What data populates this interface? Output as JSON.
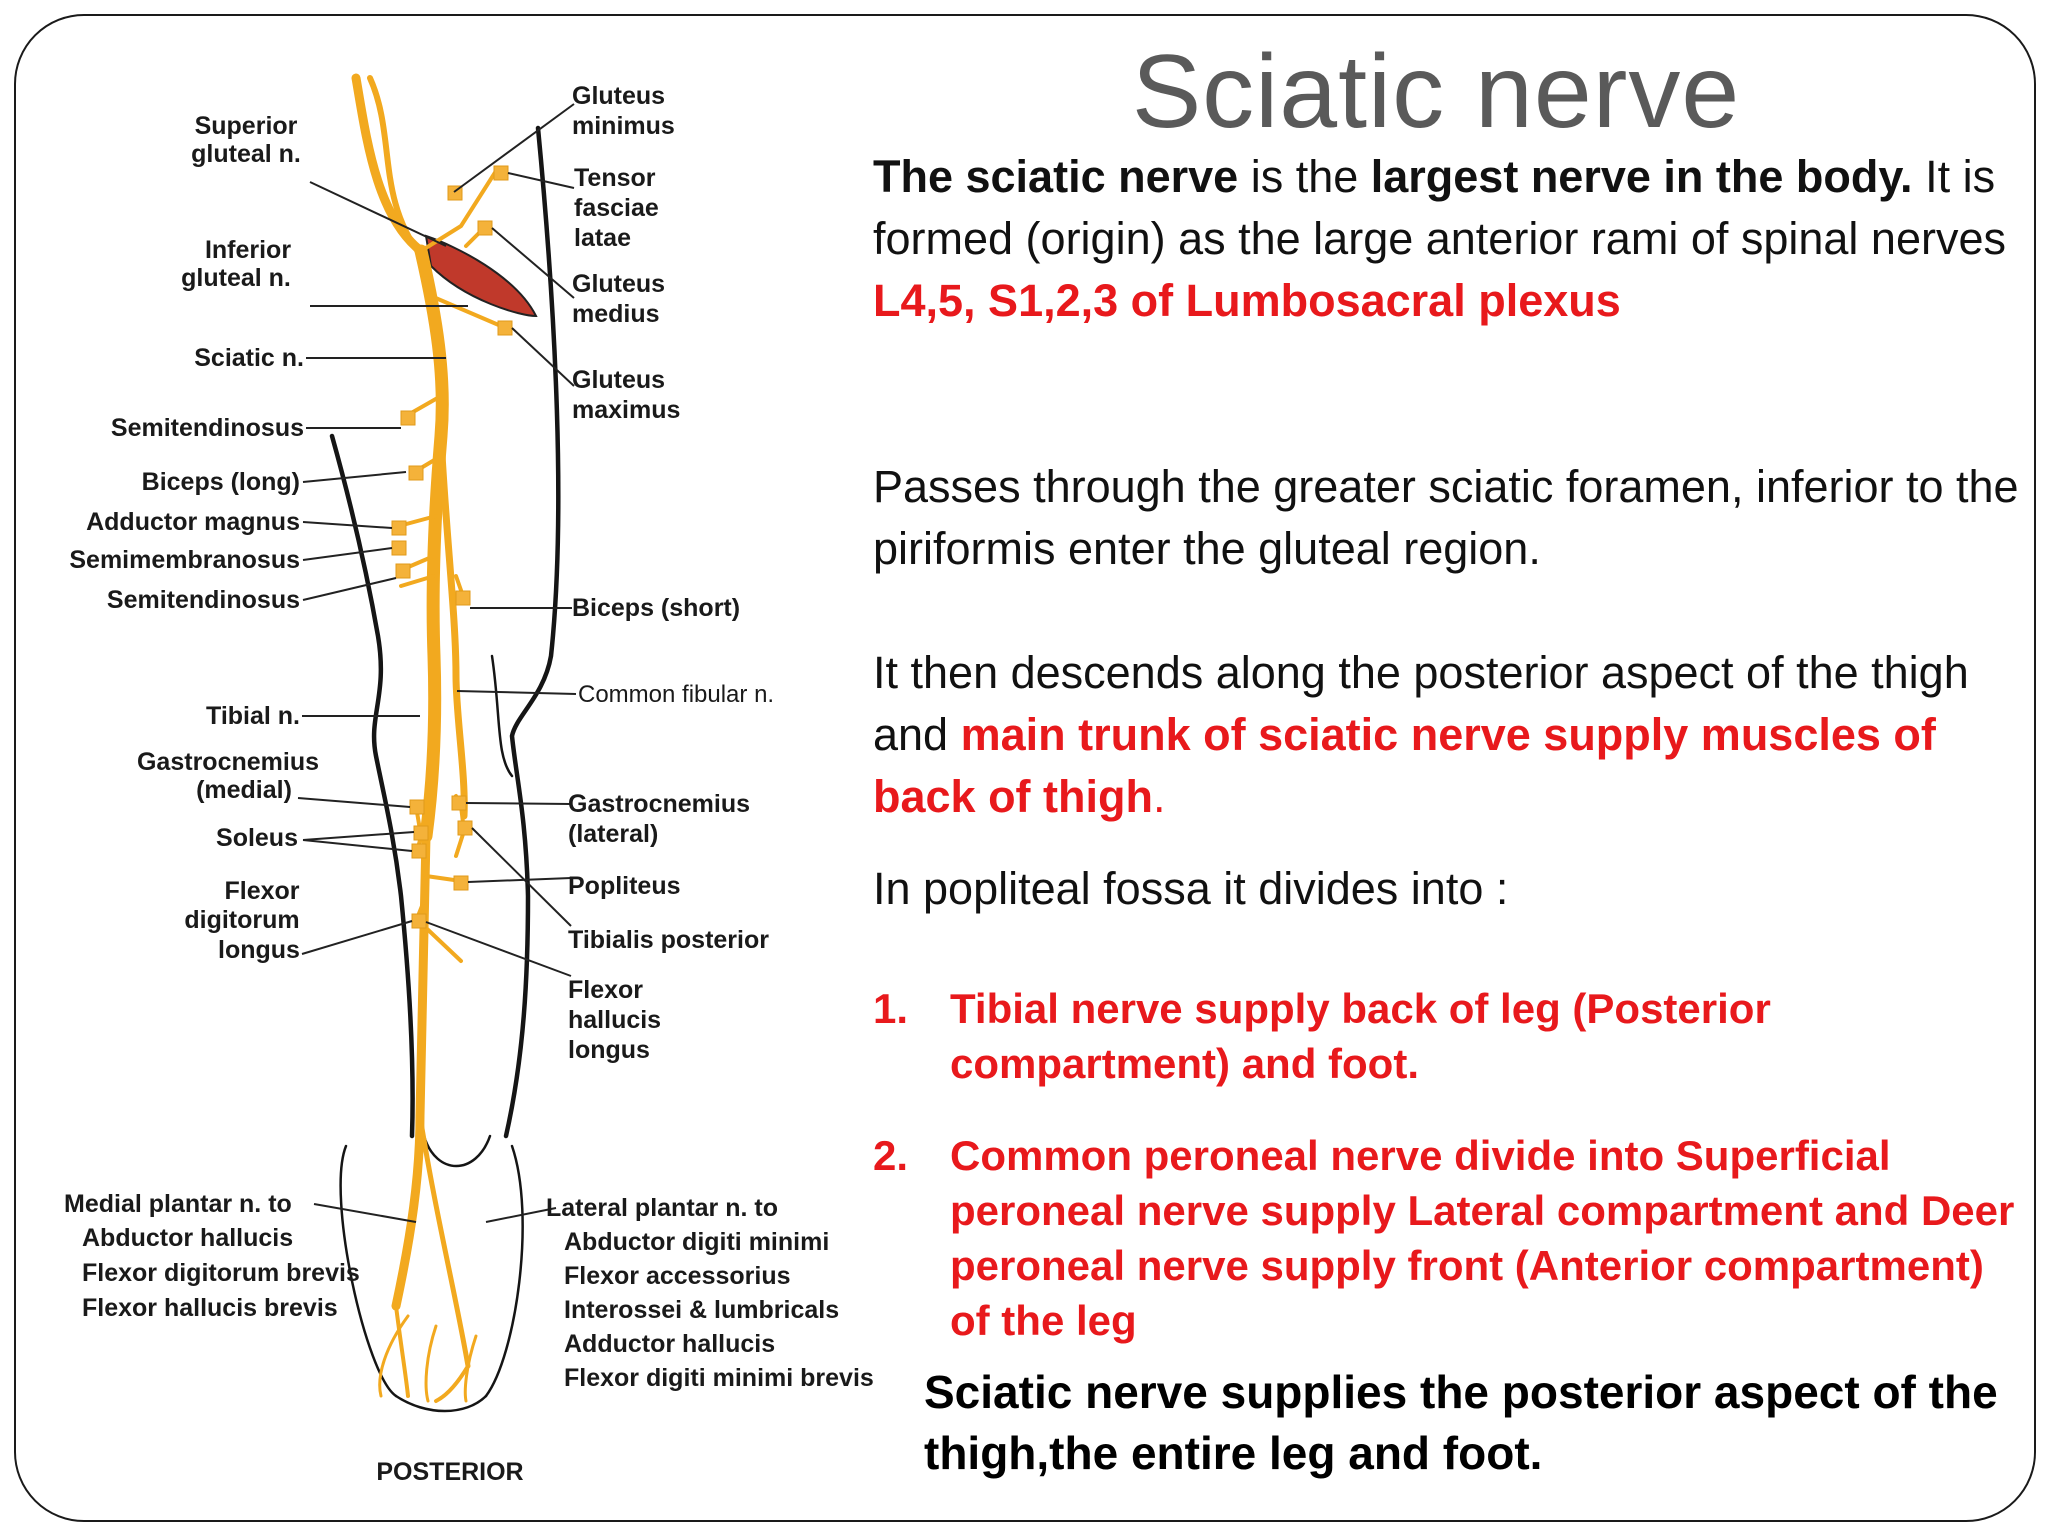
{
  "title": "Sciatic nerve",
  "intro": {
    "s1": "The sciatic nerve",
    "s2": " is the ",
    "s3": "largest nerve in the body.",
    "s4": " It is formed (origin) as the large anterior rami of spinal nerves ",
    "s5": "L4,5, S1,2,3 of Lumbosacral plexus"
  },
  "passes": "Passes through the greater sciatic foramen, inferior to the piriformis enter the gluteal region.",
  "descends": {
    "s1": "It then descends along the posterior aspect of the thigh and ",
    "s2": "main trunk of sciatic nerve supply muscles of back of thigh",
    "s3": "."
  },
  "divides": "In popliteal fossa it divides into :",
  "list": [
    {
      "num": "1.",
      "text": "Tibial nerve supply back of leg (Posterior compartment) and foot."
    },
    {
      "num": "2.",
      "text": "Common peroneal nerve divide into Superficial peroneal nerve supply Lateral compartment and Deer peroneal nerve supply front (Anterior compartment) of the leg"
    }
  ],
  "summary": "Sciatic nerve supplies the posterior aspect of the thigh,the entire leg and foot.",
  "figure": {
    "left_labels": {
      "superior_gluteal": [
        "Superior",
        "gluteal n."
      ],
      "inferior_gluteal": [
        "Inferior",
        "gluteal n."
      ],
      "sciatic": "Sciatic n.",
      "semitendinosus_1": "Semitendinosus",
      "biceps_long": "Biceps (long)",
      "adductor_magnus": "Adductor magnus",
      "semimembranosus": "Semimembranosus",
      "semitendinosus_2": "Semitendinosus",
      "tibial": "Tibial n.",
      "gastrocnemius_medial": [
        "Gastrocnemius",
        "(medial)"
      ],
      "soleus": "Soleus",
      "flexor_digitorum_longus": [
        "Flexor",
        "digitorum",
        "longus"
      ],
      "medial_plantar": [
        "Medial plantar n. to",
        "Abductor hallucis",
        "Flexor digitorum brevis",
        "Flexor hallucis brevis"
      ]
    },
    "right_labels": {
      "gluteus_minimus": [
        "Gluteus",
        "minimus"
      ],
      "tensor_fasciae_latae": [
        "Tensor",
        "fasciae",
        "latae"
      ],
      "gluteus_medius": [
        "Gluteus",
        "medius"
      ],
      "gluteus_maximus": [
        "Gluteus",
        "maximus"
      ],
      "biceps_short": "Biceps (short)",
      "common_fibular": "Common fibular n.",
      "gastrocnemius_lateral": [
        "Gastrocnemius",
        "(lateral)"
      ],
      "popliteus": "Popliteus",
      "tibialis_posterior": "Tibialis posterior",
      "flexor_hallucis_longus": [
        "Flexor",
        "hallucis",
        "longus"
      ],
      "lateral_plantar": [
        "Lateral plantar n. to",
        "Abductor digiti minimi",
        "Flexor accessorius",
        "Interossei & lumbricals",
        "Adductor hallucis",
        "Flexor digiti minimi brevis"
      ]
    },
    "caption": "POSTERIOR",
    "colors": {
      "nerve": "#f2a91f",
      "muscle": "#c0392b",
      "text_red": "#e8191c"
    }
  }
}
